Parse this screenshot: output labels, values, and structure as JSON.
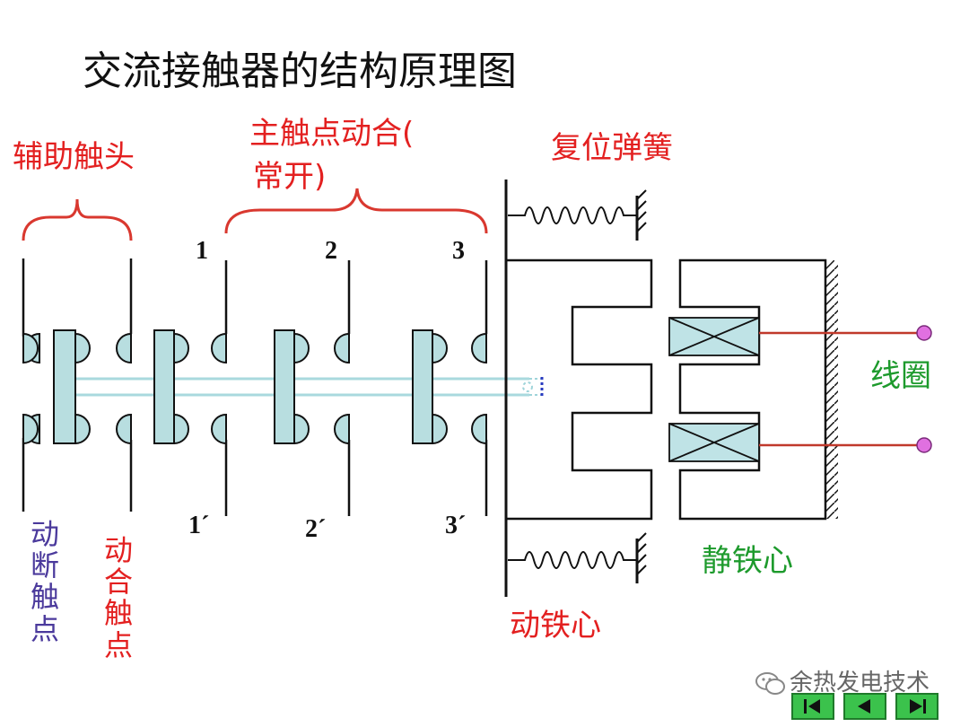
{
  "title": "交流接触器的结构原理图",
  "labels": {
    "aux_contacts": "辅助触头",
    "main_contacts_line1": "主触点动合(",
    "main_contacts_line2": "常开)",
    "reset_spring": "复位弹簧",
    "coil": "线圈",
    "static_core": "静铁心",
    "moving_core": "动铁心",
    "moving_break_contact": [
      "动",
      "断",
      "触",
      "点"
    ],
    "moving_make_contact": [
      "动",
      "合",
      "触",
      "点"
    ]
  },
  "terminals": {
    "top": [
      "1",
      "2",
      "3"
    ],
    "bottom": [
      "1´",
      "2´",
      "3´"
    ]
  },
  "watermark": "余热发电技术",
  "colors": {
    "label_red": "#e32020",
    "label_green": "#1d9a2c",
    "label_purple": "#4b3a9c",
    "contact_fill": "#b8dee0",
    "coil_fill": "#bfe3e6",
    "coil_lead": "#c0392b",
    "coil_terminal": "#e070e0",
    "nav_button": "#3bc24c"
  },
  "icons": {
    "nav_first": "nav-first-icon",
    "nav_prev": "nav-prev-icon",
    "nav_next": "nav-next-icon",
    "watermark": "wechat-icon"
  }
}
